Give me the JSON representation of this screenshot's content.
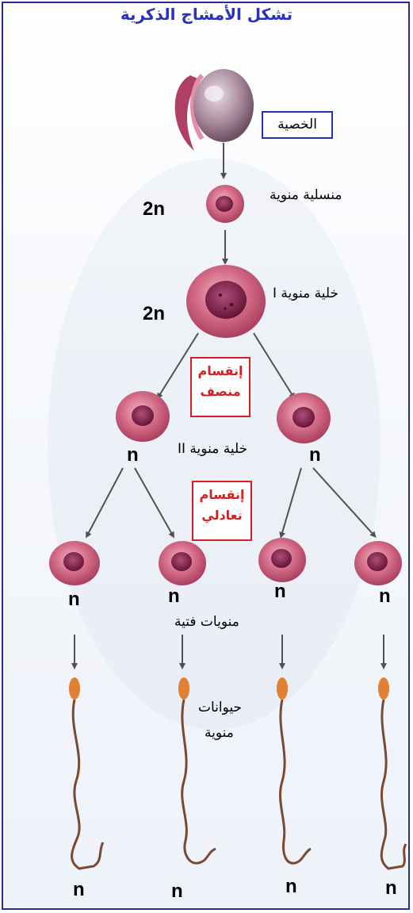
{
  "title": "تشكل الأمشاج الذكرية",
  "labels": {
    "testis": "الخصية",
    "spermatogonium": "منسلية منوية",
    "primary_spermatocyte": "خلية منوية I",
    "secondary_spermatocyte": "خلية منوية II",
    "spermatids": "منويات فتية",
    "spermatozoa_line1": "حيوانات",
    "spermatozoa_line2": "منوية"
  },
  "divisions": {
    "meiosis1_line1": "إنقسام",
    "meiosis1_line2": "منصف",
    "meiosis2_line1": "إنقسام",
    "meiosis2_line2": "تعادلي"
  },
  "ploidy": {
    "spermatogonium": "2n",
    "primary": "2n",
    "secondary_left": "n",
    "secondary_right": "n",
    "spermatid_1": "n",
    "spermatid_2": "n",
    "spermatid_3": "n",
    "spermatid_4": "n",
    "sperm_1": "n",
    "sperm_2": "n",
    "sperm_3": "n",
    "sperm_4": "n"
  },
  "colors": {
    "title": "#2a32b8",
    "frame": "#2a2a9a",
    "division_text": "#d42020",
    "cell_fill": "#d36a86",
    "nucleus_fill": "#7a1f4a",
    "sperm_head": "#e08030",
    "sperm_tail": "#7a4a30",
    "arrow": "#505050"
  }
}
